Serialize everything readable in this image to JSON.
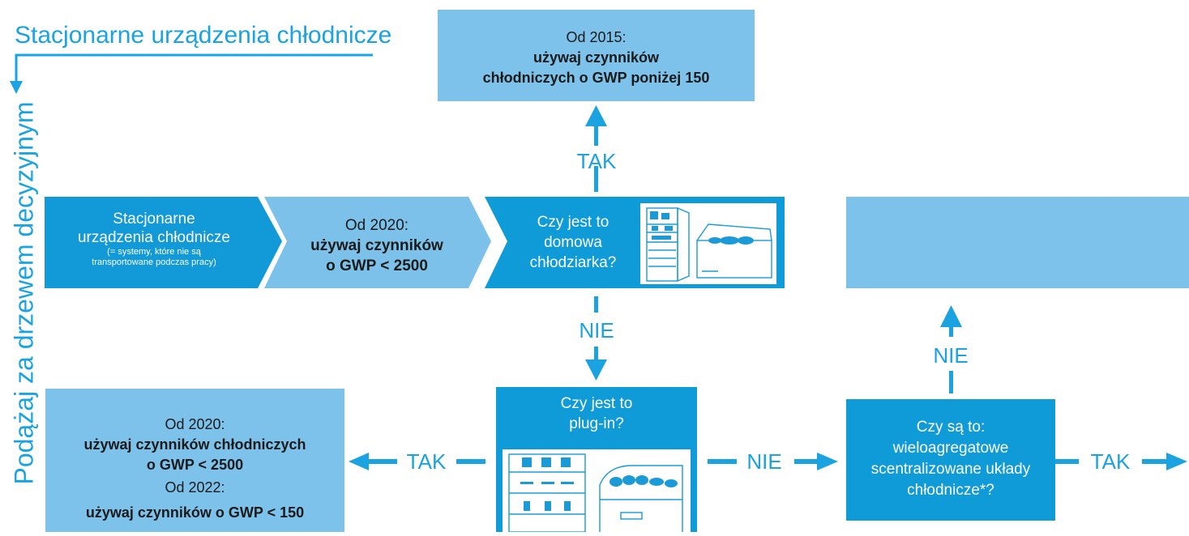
{
  "title": "Stacjonarne urządzenia chłodnicze",
  "side_label": "Podążaj za drzewem decyzyjnym",
  "colors": {
    "accent": "#1aa3e0",
    "dark_box": "#0f9ad8",
    "light_box": "#7dc2ea"
  },
  "top_box": {
    "line1": "Od 2015:",
    "line2": "używaj czynników",
    "line3": "chłodniczych o GWP poniżej 150"
  },
  "chevron1": {
    "line1": "Stacjonarne",
    "line2": "urządzenia chłodnicze",
    "small1": "(= systemy, które nie są",
    "small2": "transportowane podczas pracy)"
  },
  "chevron2": {
    "line1": "Od 2020:",
    "line2": "używaj czynników",
    "line3": "o GWP < 2500"
  },
  "q1": {
    "line1": "Czy jest to",
    "line2": "domowa",
    "line3": "chłodziarka?"
  },
  "q2": {
    "line1": "Czy jest to",
    "line2": "plug-in?"
  },
  "q3": {
    "line1": "Czy są to:",
    "line2": "wieloagregatowe",
    "line3": "scentralizowane układy",
    "line4": "chłodnicze*?"
  },
  "bottom_left": {
    "line1": "Od 2020:",
    "line2": "używaj czynników chłodniczych",
    "line3": "o GWP < 2500",
    "line4": "Od 2022:",
    "line5": "używaj czynników o GWP < 150"
  },
  "labels": {
    "tak_up": "TAK",
    "nie_down": "NIE",
    "tak_left": "TAK",
    "nie_right": "NIE",
    "nie_up": "NIE",
    "tak_right": "TAK"
  },
  "icons": {
    "fridge": "fridge-freezer-icon",
    "display": "refrigerated-display-icon"
  }
}
